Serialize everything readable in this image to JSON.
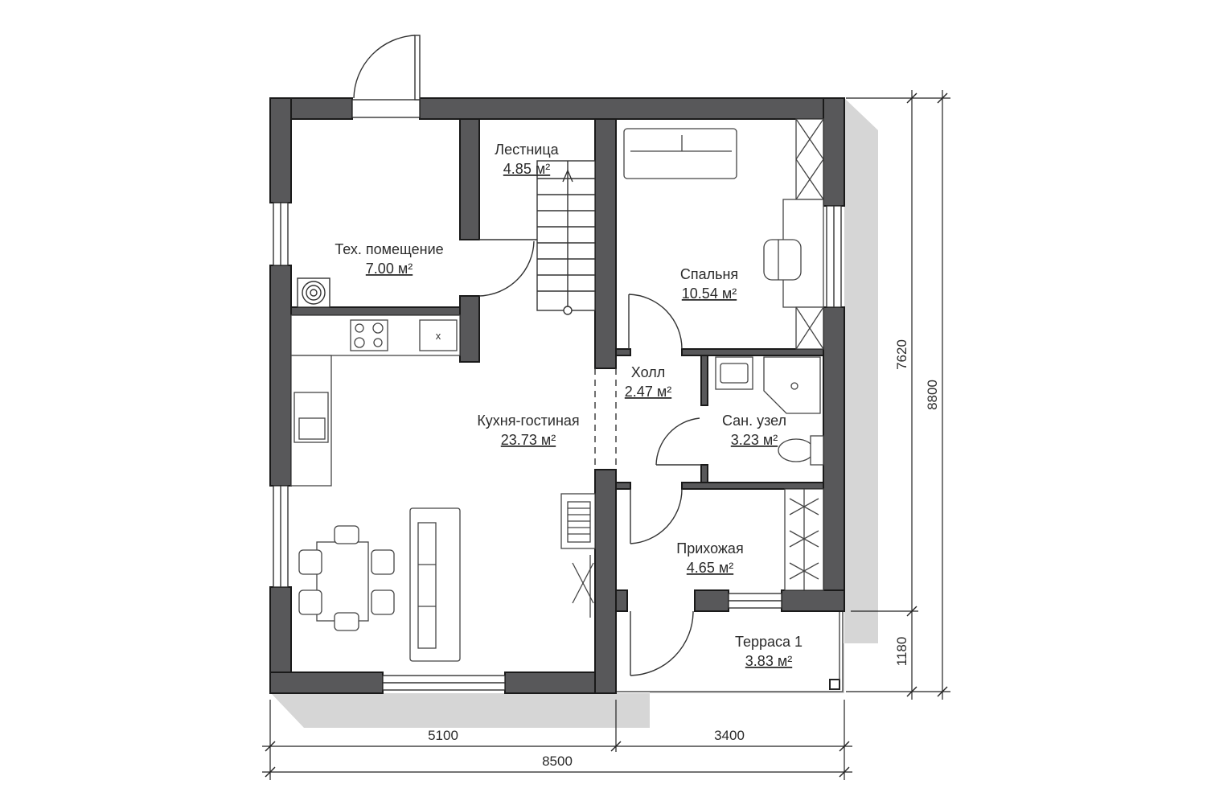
{
  "rooms": {
    "tech": {
      "name": "Тех. помещение",
      "area": "7.00 м²"
    },
    "stairs": {
      "name": "Лестница",
      "area": "4.85 м²"
    },
    "bedroom": {
      "name": "Спальня",
      "area": "10.54 м²"
    },
    "hall": {
      "name": "Холл",
      "area": "2.47 м²"
    },
    "bathroom": {
      "name": "Сан. узел",
      "area": "3.23 м²"
    },
    "kitchen_living": {
      "name": "Кухня-гостиная",
      "area": "23.73 м²"
    },
    "entrance": {
      "name": "Прихожая",
      "area": "4.65 м²"
    },
    "terrace": {
      "name": "Терраса 1",
      "area": "3.83 м²"
    }
  },
  "dimensions": {
    "bottom_left": "5100",
    "bottom_right": "3400",
    "bottom_total": "8500",
    "right_upper": "7620",
    "right_lower": "1180",
    "right_total": "8800"
  },
  "colors": {
    "wall": "#58585a",
    "shadow": "#d4d4d4",
    "line": "#333333"
  }
}
